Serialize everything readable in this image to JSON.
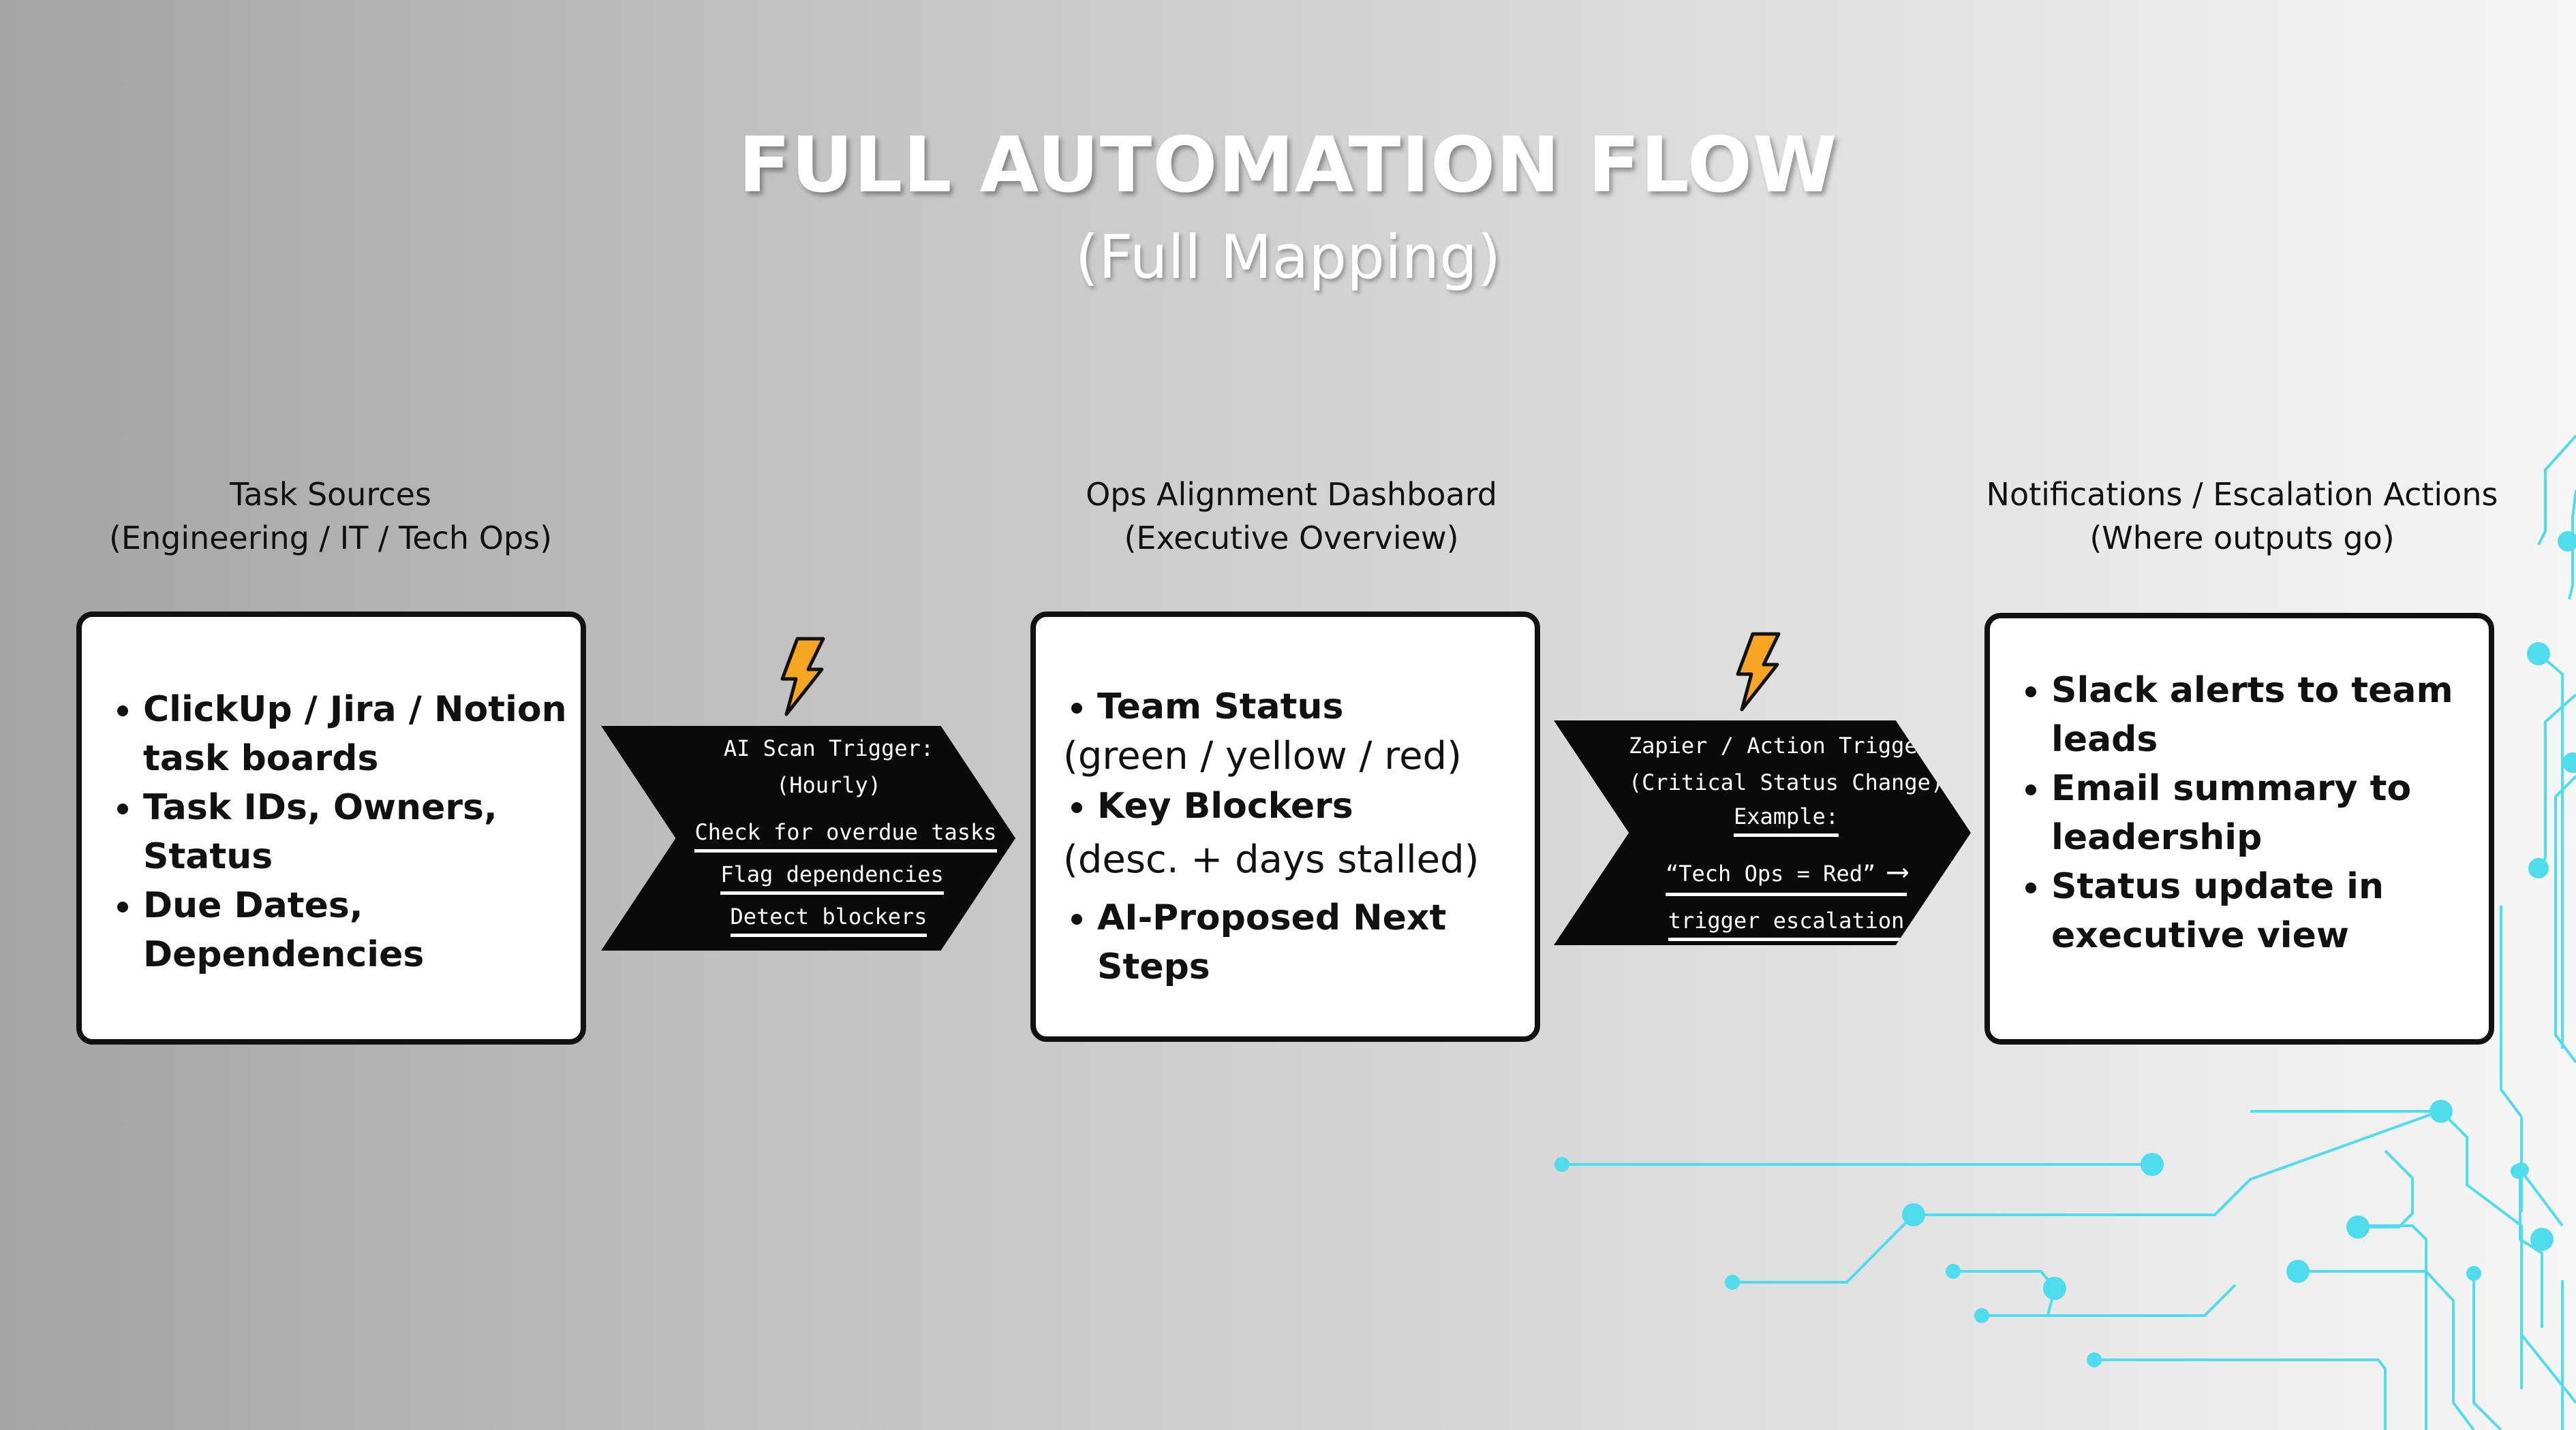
{
  "title": "FULL  AUTOMATION FLOW",
  "subtitle": "(Full Mapping)",
  "columns": [
    {
      "heading": [
        "Task Sources",
        "(Engineering / IT / Tech Ops)"
      ],
      "items": [
        "ClickUp / Jira / Notion task boards",
        "Task IDs, Owners, Status",
        "Due Dates, Dependencies"
      ]
    },
    {
      "heading": [
        "Ops Alignment Dashboard",
        "(Executive Overview)"
      ],
      "items": [
        "Team Status",
        "(green / yellow / red)",
        "Key Blockers",
        "(desc. + days stalled)",
        "AI-Proposed Next Steps"
      ]
    },
    {
      "heading": [
        "Notifications / Escalation Actions",
        "(Where outputs go)"
      ],
      "items": [
        "Slack alerts to team leads",
        "Email summary to leadership",
        "Status update in executive view"
      ]
    }
  ],
  "triggers": [
    {
      "lines": [
        "AI Scan Trigger:",
        "(Hourly)",
        "Check for overdue tasks",
        "Flag dependencies",
        "Detect blockers"
      ],
      "icon": "lightning-bolt-icon"
    },
    {
      "lines": [
        "Zapier / Action Trigger:",
        "(Critical Status Change)",
        "Example:",
        "“Tech Ops = Red”",
        "trigger escalation"
      ],
      "arrow": "⟶",
      "icon": "lightning-bolt-icon"
    }
  ],
  "colors": {
    "accent": "#4fdcec",
    "bolt": "#f6a623",
    "box_border": "#111111",
    "chevron": "#0a0a0a"
  }
}
